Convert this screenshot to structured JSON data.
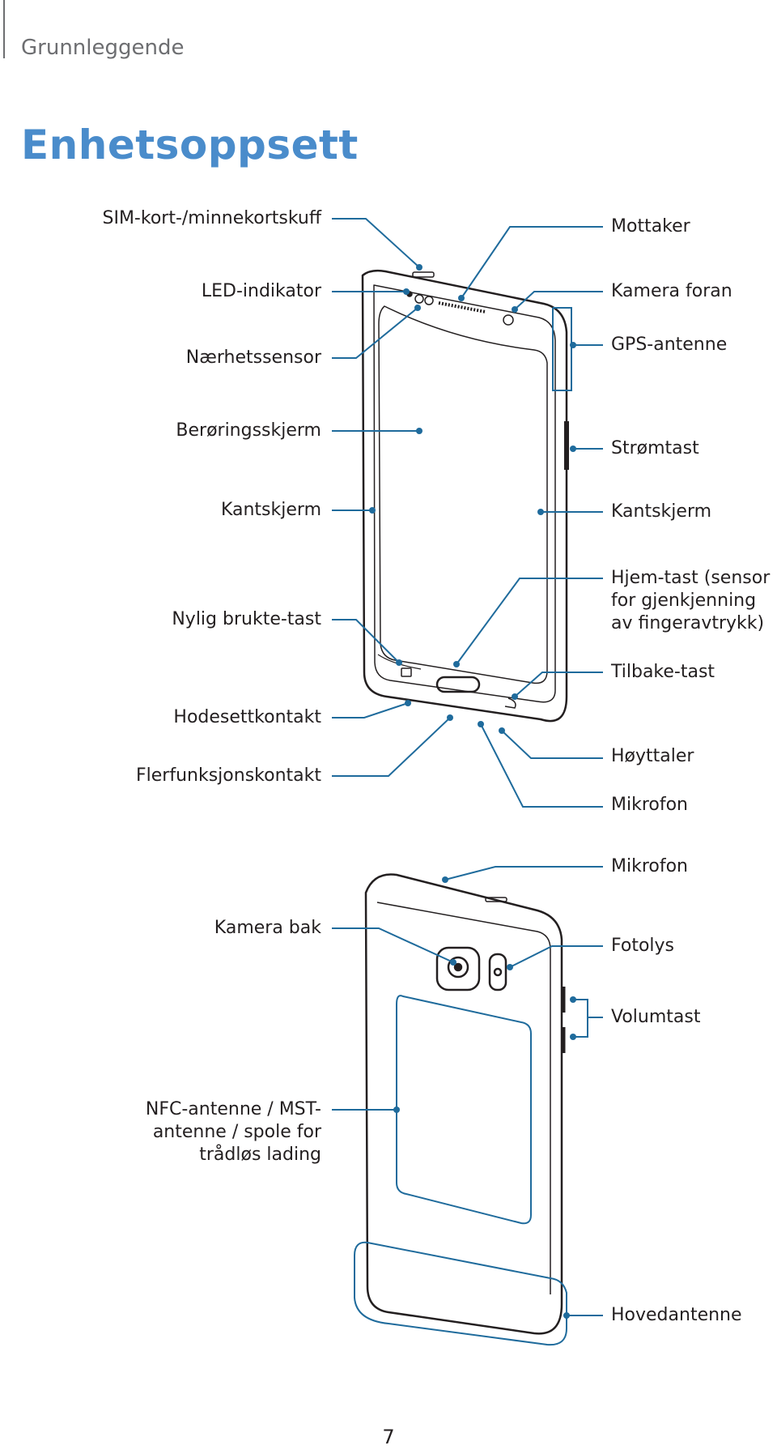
{
  "header": {
    "section": "Grunnleggende",
    "title": "Enhetsoppsett"
  },
  "front_labels_left": [
    "SIM-kort-/minnekortskuff",
    "LED-indikator",
    "Nærhetssensor",
    "Berøringsskjerm",
    "Kantskjerm",
    "Nylig brukte-tast",
    "Hodesettkontakt",
    "Flerfunksjonskontakt"
  ],
  "front_labels_right": [
    "Mottaker",
    "Kamera foran",
    "GPS-antenne",
    "Strømtast",
    "Kantskjerm",
    "Hjem-tast (sensor for gjenkjenning av fingeravtrykk)",
    "Tilbake-tast",
    "Høyttaler",
    "Mikrofon"
  ],
  "back_labels_left": [
    "Kamera bak",
    "NFC-antenne / MST-antenne / spole for trådløs lading"
  ],
  "back_labels_right": [
    "Mikrofon",
    "Fotolys",
    "Volumtast",
    "Hovedantenne"
  ],
  "colors": {
    "accent": "#4a8ccb",
    "callout": "#1f6b9c",
    "text": "#231f20"
  },
  "footer": {
    "page_number": "7"
  }
}
